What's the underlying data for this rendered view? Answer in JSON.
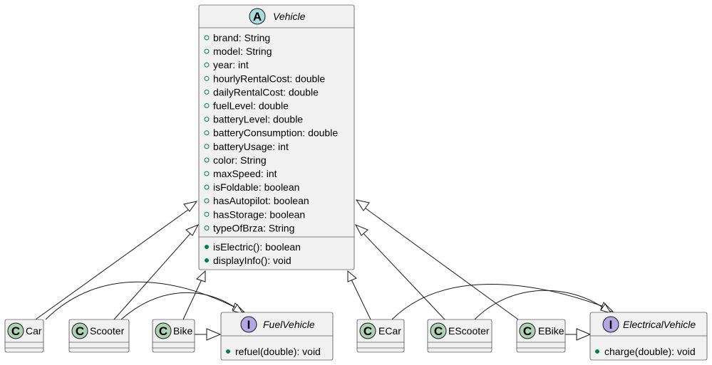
{
  "classes": {
    "vehicle": {
      "name": "Vehicle",
      "stereotype_letter": "A",
      "attributes": [
        "brand: String",
        "model: String",
        "year: int",
        "hourlyRentalCost: double",
        "dailyRentalCost: double",
        "fuelLevel: double",
        "batteryLevel: double",
        "batteryConsumption: double",
        "batteryUsage: int",
        "color: String",
        "maxSpeed: int",
        "isFoldable: boolean",
        "hasAutopilot: boolean",
        "hasStorage: boolean",
        "typeOfBrza: String"
      ],
      "methods": [
        "isElectric(): boolean",
        "displayInfo(): void"
      ]
    },
    "car": {
      "name": "Car",
      "stereotype_letter": "C"
    },
    "scooter": {
      "name": "Scooter",
      "stereotype_letter": "C"
    },
    "bike": {
      "name": "Bike",
      "stereotype_letter": "C"
    },
    "fuel_vehicle": {
      "name": "FuelVehicle",
      "stereotype_letter": "I",
      "methods": [
        "refuel(double): void"
      ]
    },
    "ecar": {
      "name": "ECar",
      "stereotype_letter": "C"
    },
    "escooter": {
      "name": "EScooter",
      "stereotype_letter": "C"
    },
    "ebike": {
      "name": "EBike",
      "stereotype_letter": "C"
    },
    "electrical_vehicle": {
      "name": "ElectricalVehicle",
      "stereotype_letter": "I",
      "methods": [
        "charge(double): void"
      ]
    }
  },
  "colors": {
    "abstract_circle": "#A9DCDF",
    "class_circle": "#ADD1B2",
    "interface_circle": "#B4A7E5",
    "box_fill": "#F1F1F1",
    "border": "#181818",
    "visibility_public": "#038048"
  }
}
